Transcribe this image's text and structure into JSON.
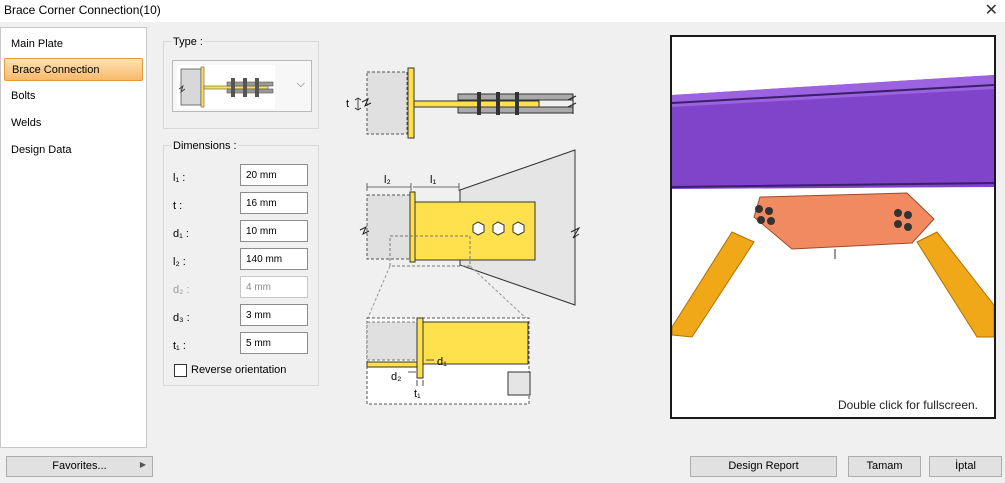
{
  "window": {
    "title": "Brace Corner Connection(10)",
    "close_glyph": "✕"
  },
  "nav": {
    "items": [
      {
        "label": "Main Plate"
      },
      {
        "label": "Brace Connection"
      },
      {
        "label": "Bolts"
      },
      {
        "label": "Welds"
      },
      {
        "label": "Design Data"
      }
    ],
    "active_index": 1
  },
  "type": {
    "label": "Type :",
    "arrow": "⌵"
  },
  "dimensions": {
    "label": "Dimensions :",
    "fields": [
      {
        "label": "l₁ :",
        "value": "20 mm"
      },
      {
        "label": "t :",
        "value": "16 mm"
      },
      {
        "label": "d₁ :",
        "value": "10 mm"
      },
      {
        "label": "l₂ :",
        "value": "140 mm"
      },
      {
        "label": "d₂ :",
        "value": "4 mm"
      },
      {
        "label": "d₃ :",
        "value": "3 mm"
      },
      {
        "label": "t₁ :",
        "value": "5 mm"
      }
    ],
    "disabled_index": 4,
    "reverse_label": "Reverse orientation",
    "reverse_checked": false
  },
  "diagram_labels": {
    "t": "t",
    "l2": "l₂",
    "l1": "l₁",
    "d1": "d₁",
    "d2": "d₂",
    "t1": "t₁"
  },
  "viewport": {
    "hint": "Double click for fullscreen."
  },
  "footer": {
    "favorites": "Favorites...",
    "favorites_arrow": "▶",
    "design_report": "Design Report",
    "ok": "Tamam",
    "cancel": "İptal"
  },
  "colors": {
    "plate_yellow": "#ffe14d",
    "beam_purple": "#7f44c9",
    "gusset_orange": "#f28a61",
    "brace_orange": "#f0a818",
    "active_nav": "#f8b96a"
  }
}
